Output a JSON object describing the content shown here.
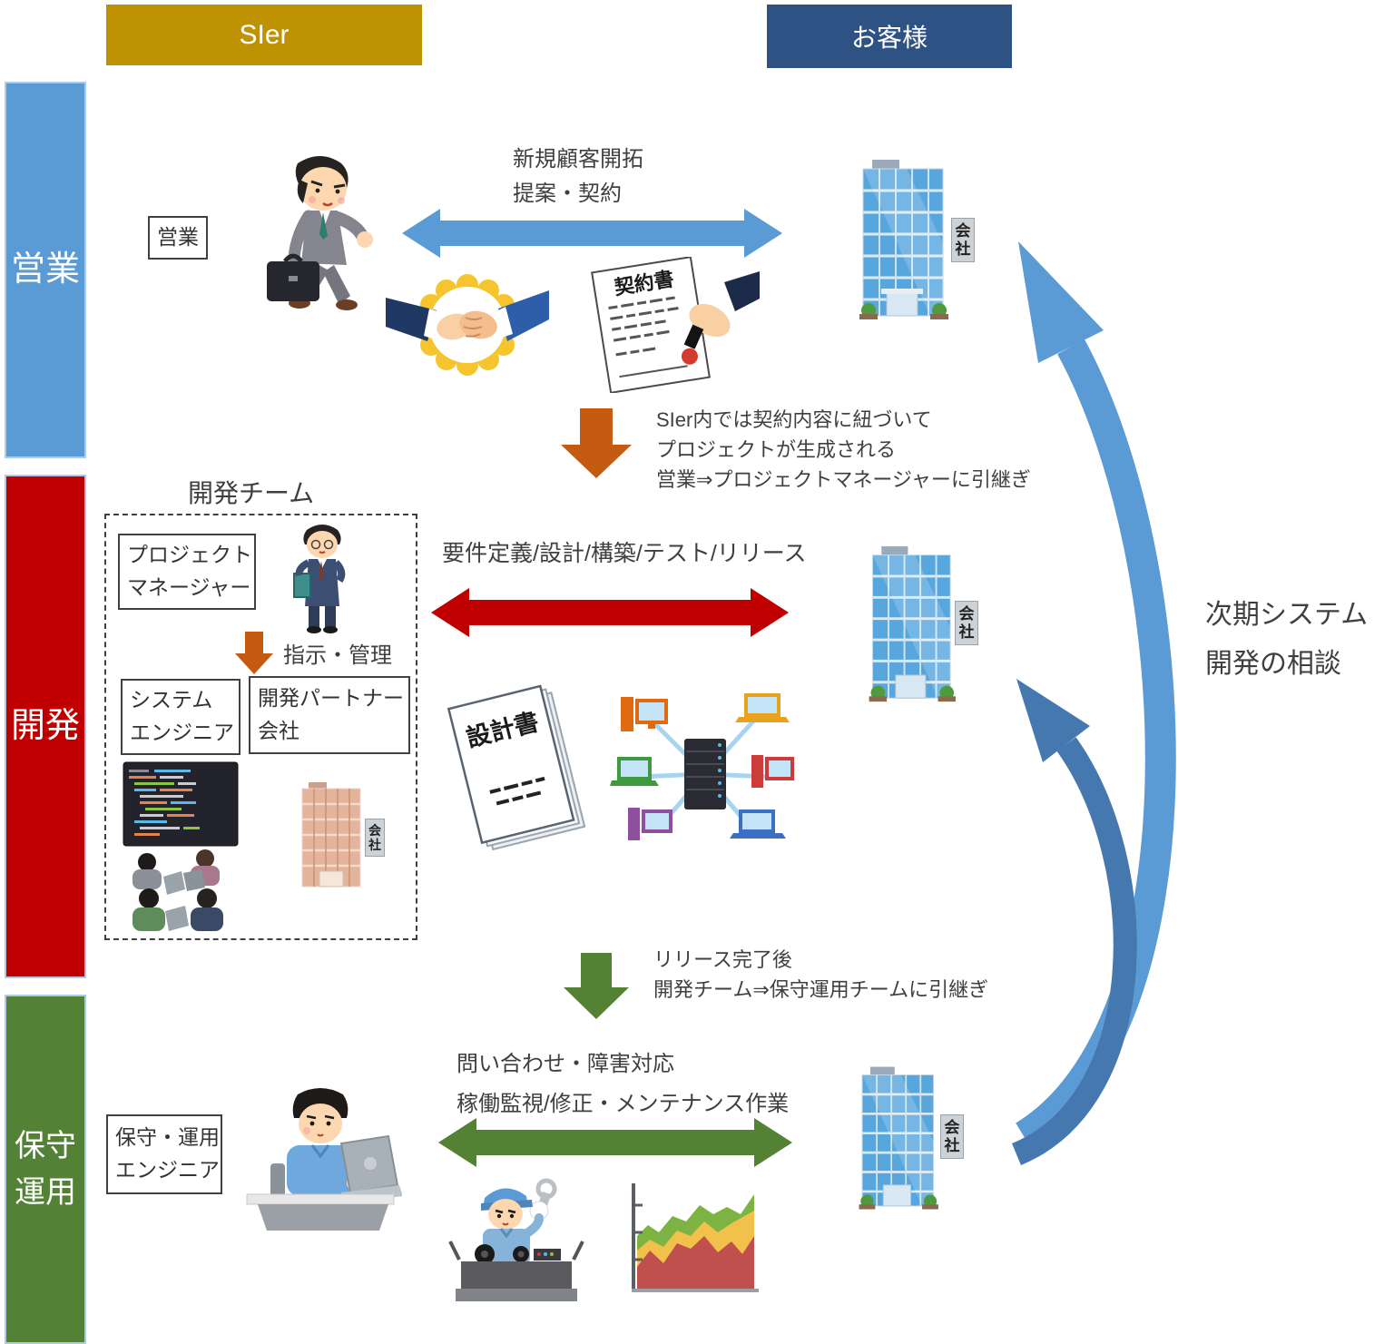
{
  "title_bars": {
    "sier": "SIer",
    "customer": "お客様"
  },
  "phase_bars": {
    "sales": "営業",
    "development": "開発",
    "maintenance_line1": "保守",
    "maintenance_line2": "運用"
  },
  "sales_row": {
    "role_box": "営業",
    "arrow_label_line1": "新規顧客開拓",
    "arrow_label_line2": "提案・契約",
    "contract_doc_title": "契約書",
    "building_sign": "会社"
  },
  "handoff_sales_to_dev": {
    "line1": "SIer内では契約内容に紐づいて",
    "line2": "プロジェクトが生成される",
    "line3": "営業⇒プロジェクトマネージャーに引継ぎ"
  },
  "dev_row": {
    "team_title": "開発チーム",
    "pm_box_line1": "プロジェクト",
    "pm_box_line2": "マネージャー",
    "directive_label": "指示・管理",
    "se_box_line1": "システム",
    "se_box_line2": "エンジニア",
    "partner_box_line1": "開発パートナー",
    "partner_box_line2": "会社",
    "arrow_label": "要件定義/設計/構築/テスト/リリース",
    "design_doc_title": "設計書",
    "building_sign": "会社",
    "partner_building_sign": "会社"
  },
  "handoff_dev_to_maintenance": {
    "line1": "リリース完了後",
    "line2": "開発チーム⇒保守運用チームに引継ぎ"
  },
  "maintenance_row": {
    "role_box_line1": "保守・運用",
    "role_box_line2": "エンジニア",
    "arrow_label_line1": "問い合わせ・障害対応",
    "arrow_label_line2": "稼働監視/修正・メンテナンス作業",
    "building_sign": "会社"
  },
  "repeat_consult": {
    "line1": "次期システム",
    "line2": "開発の相談"
  },
  "colors": {
    "sier_header": "#BF9204",
    "customer_header": "#2F5285",
    "sales_phase": "#5B9BD5",
    "development_phase": "#C00000",
    "maintenance_phase": "#538135",
    "handoff_arrow_orange": "#C55A11",
    "handoff_arrow_green": "#548235",
    "relation_arrow_blue": "#5B9BD5",
    "relation_arrow_red": "#C00000",
    "relation_arrow_green": "#548235",
    "consult_arrow_long_blue": "#5B9BD5",
    "consult_arrow_short_blue": "#4678B0"
  }
}
